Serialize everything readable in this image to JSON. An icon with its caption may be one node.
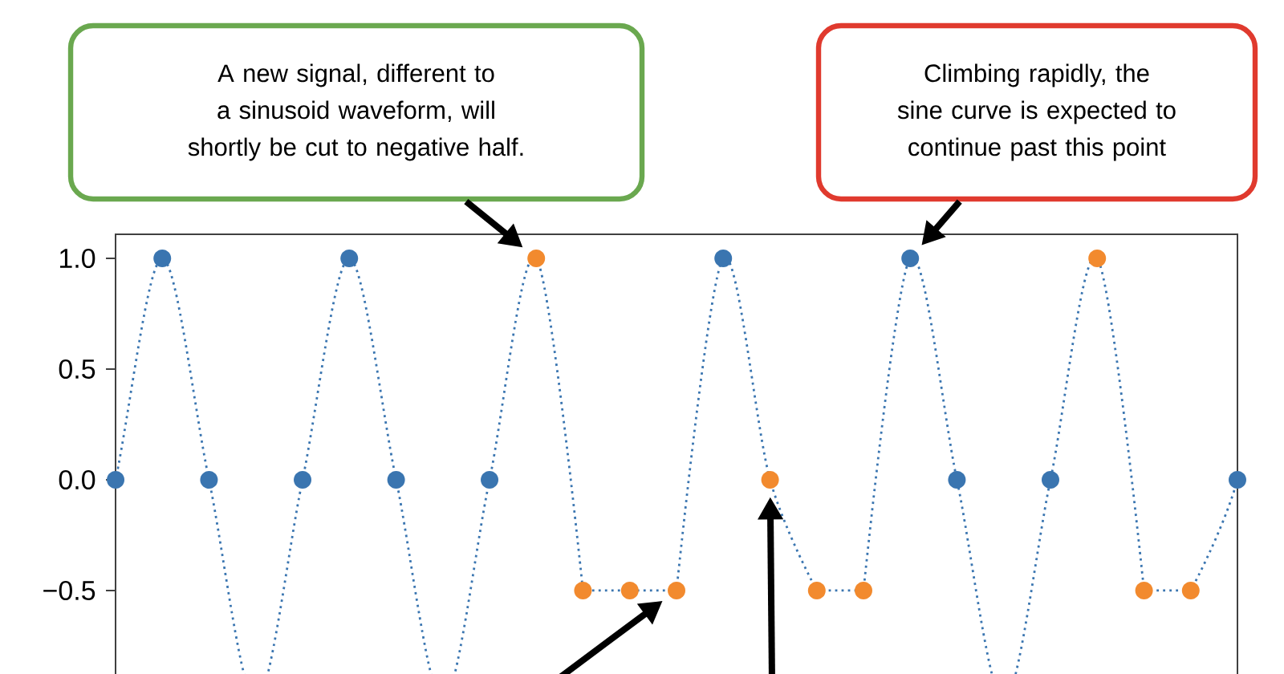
{
  "diagram": {
    "nodes": [
      {
        "text": [
          "A new signal, different to a sinusoid waveform, will shortly be cut to negative half."
        ]
      },
      {
        "text": [
          "Climbing rapidly, the sine curve is expected to continue past this point"
        ]
      },
      {
        "text": [],
        "shape": "circle"
      },
      {
        "text": [],
        "shape": "circle"
      },
      {
        "text": [],
        "shape": "circle"
      },
      {
        "text": [],
        "shape": "circle"
      },
      {
        "text": [],
        "shape": "circle"
      },
      {
        "text": [],
        "shape": "circle"
      },
      {
        "text": [],
        "shape": "circle"
      },
      {
        "text": [],
        "shape": "circle"
      },
      {
        "text": [],
        "shape": "circle"
      },
      {
        "text": [],
        "shape": "circle"
      },
      {
        "text": [],
        "shape": "circle"
      },
      {
        "text": [],
        "shape": "circle"
      },
      {
        "text": [],
        "shape": "circle"
      },
      {
        "text": [],
        "shape": "circle"
      },
      {
        "text": [],
        "shape": "circle"
      },
      {
        "text": [],
        "shape": "circle"
      },
      {
        "text": [],
        "shape": "circle"
      },
      {
        "text": [],
        "shape": "circle"
      },
      {
        "text": [],
        "shape": "circle"
      },
      {
        "text": [],
        "shape": "circle"
      },
      {
        "text": [],
        "shape": "circle"
      },
      {
        "text": [],
        "shape": "circle"
      }
    ],
    "edges": [
      {
        "from": 0,
        "to": 9,
        "arrow": "to"
      },
      {
        "from": 1,
        "to": 17,
        "arrow": "to"
      },
      {
        "from": null,
        "to": 12,
        "arrow": "to"
      },
      {
        "from": null,
        "to": 14,
        "arrow": "to"
      }
    ],
    "labels": [
      "1.0",
      "0.5",
      "0.0",
      "−0.5"
    ]
  }
}
